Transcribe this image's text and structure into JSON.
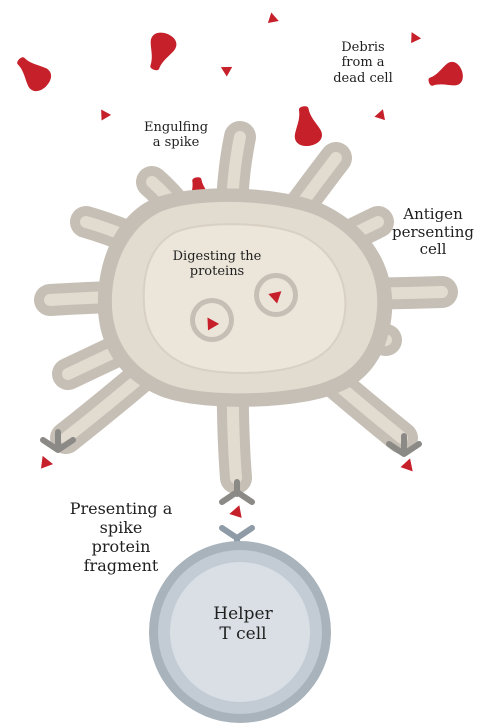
{
  "labels": {
    "debris": "Debris\nfrom a\ndead cell",
    "engulfing": "Engulfing\na spike",
    "apc": "Antigen\npersenting\ncell",
    "digesting": "Digesting the\nproteins",
    "presenting": "Presenting a\nspike\nprotein\nfragment",
    "helper_t_cell": "Helper\nT cell"
  },
  "colors": {
    "spike": "#c6202b",
    "cell_outer": "#c6bfb5",
    "cell_body": "#e2dbcf",
    "cell_core": "#ebe5da",
    "receptor": "#8c8a87",
    "tcell_ring": "#a9b3bc",
    "tcell_inner": "#d9dfe5"
  }
}
